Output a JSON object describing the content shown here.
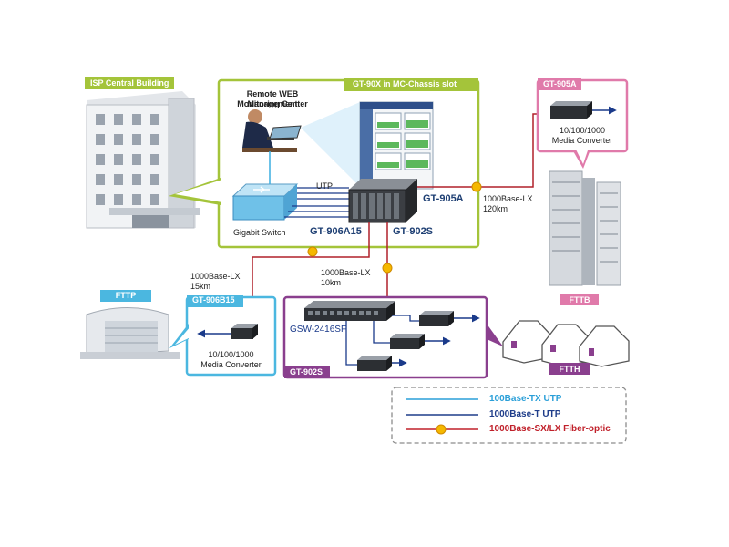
{
  "isp": {
    "tag": "ISP Central Building"
  },
  "chassis": {
    "tag": "GT-90X in MC-Chassis slot"
  },
  "center": {
    "title_line1": "Remote WEB Management",
    "title_line2": "Monitoring Center"
  },
  "uplink": {
    "utp": "UTP"
  },
  "switch": {
    "label": "Gigabit Switch"
  },
  "models": {
    "gt905a": "GT-905A",
    "gt906a15": "GT-906A15",
    "gt902s": "GT-902S"
  },
  "fttb": {
    "tag_top": "GT-905A",
    "conv_line1": "10/100/1000",
    "conv_line2": "Media Converter",
    "tag_bottom": "FTTB"
  },
  "links": {
    "lx120_line1": "1000Base-LX",
    "lx120_line2": "120km",
    "lx15_line1": "1000Base-LX",
    "lx15_line2": "15km",
    "lx10_line1": "1000Base-LX",
    "lx10_line2": "10km"
  },
  "fttp": {
    "tag_top": "FTTP",
    "tag_model": "GT-906B15",
    "conv_line1": "10/100/1000",
    "conv_line2": "Media Converter"
  },
  "ftth": {
    "gsw": "GSW-2416SF",
    "tag_model": "GT-902S",
    "tag_ftth": "FTTH"
  },
  "legend": {
    "tx": "100Base-TX UTP",
    "t": "1000Base-T UTP",
    "fiber": "1000Base-SX/LX Fiber-optic"
  },
  "colors": {
    "green": "#a4c43a",
    "pink": "#e07aaa",
    "blue_tag": "#4bb7e0",
    "purple": "#8a3f8e",
    "fiber": "#b1202a",
    "navy": "#1a3a8a",
    "cyan": "#3aaee0",
    "legend_tx": "#2a9fd8",
    "legend_t": "#1f3d8a",
    "legend_fiber": "#c0202a"
  }
}
